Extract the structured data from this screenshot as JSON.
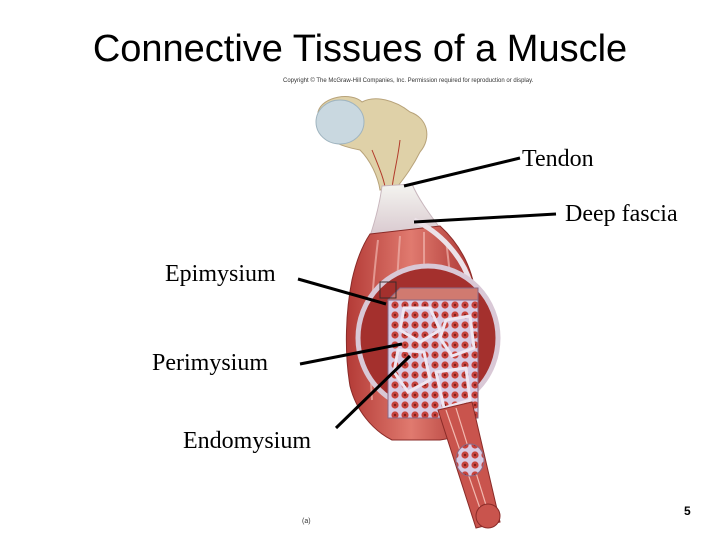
{
  "title": "Connective Tissues of a Muscle",
  "copyright": "Copyright © The McGraw-Hill Companies, Inc. Permission required for reproduction or display.",
  "labels": {
    "tendon": "Tendon",
    "deep_fascia": "Deep fascia",
    "epimysium": "Epimysium",
    "perimysium": "Perimysium",
    "endomysium": "Endomysium"
  },
  "figure_tag": "(a)",
  "page_number": "5",
  "colors": {
    "bone": "#dfd1a8",
    "cartilage": "#c9d8e0",
    "muscle": "#c94a44",
    "muscle_dark": "#9c2f2c",
    "fascia": "#e9dde2",
    "connective": "#d8cbe3",
    "tendon": "#e8eef2"
  }
}
